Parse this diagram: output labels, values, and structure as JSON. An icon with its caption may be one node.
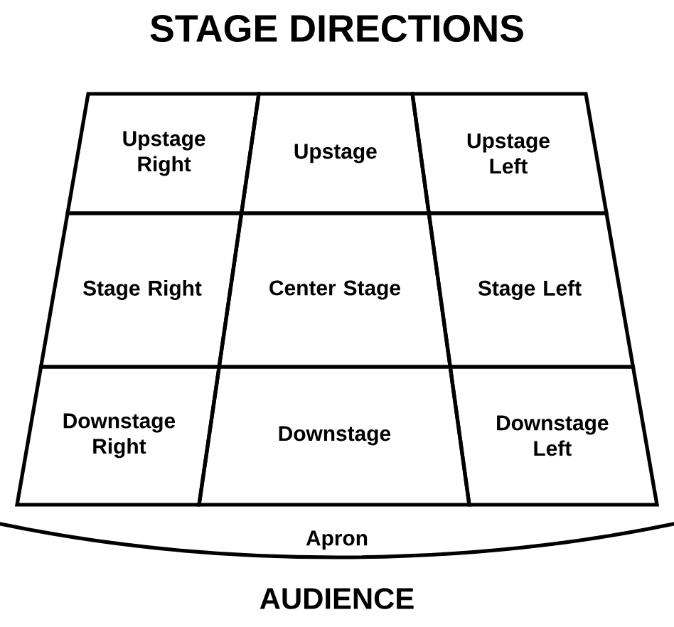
{
  "diagram": {
    "title": "STAGE DIRECTIONS",
    "nodes": [
      {
        "text": [
          "Upstage Right"
        ]
      },
      {
        "text": [
          "Upstage"
        ]
      },
      {
        "text": [
          "Upstage Left"
        ]
      },
      {
        "text": [
          "Stage Right"
        ]
      },
      {
        "text": [
          "Center Stage"
        ]
      },
      {
        "text": [
          "Stage Left"
        ]
      },
      {
        "text": [
          "Downstage Right"
        ]
      },
      {
        "text": [
          "Downstage"
        ]
      },
      {
        "text": [
          "Downstage Left"
        ]
      },
      {
        "text": [
          "Apron"
        ]
      }
    ],
    "labels": [
      "AUDIENCE"
    ]
  }
}
